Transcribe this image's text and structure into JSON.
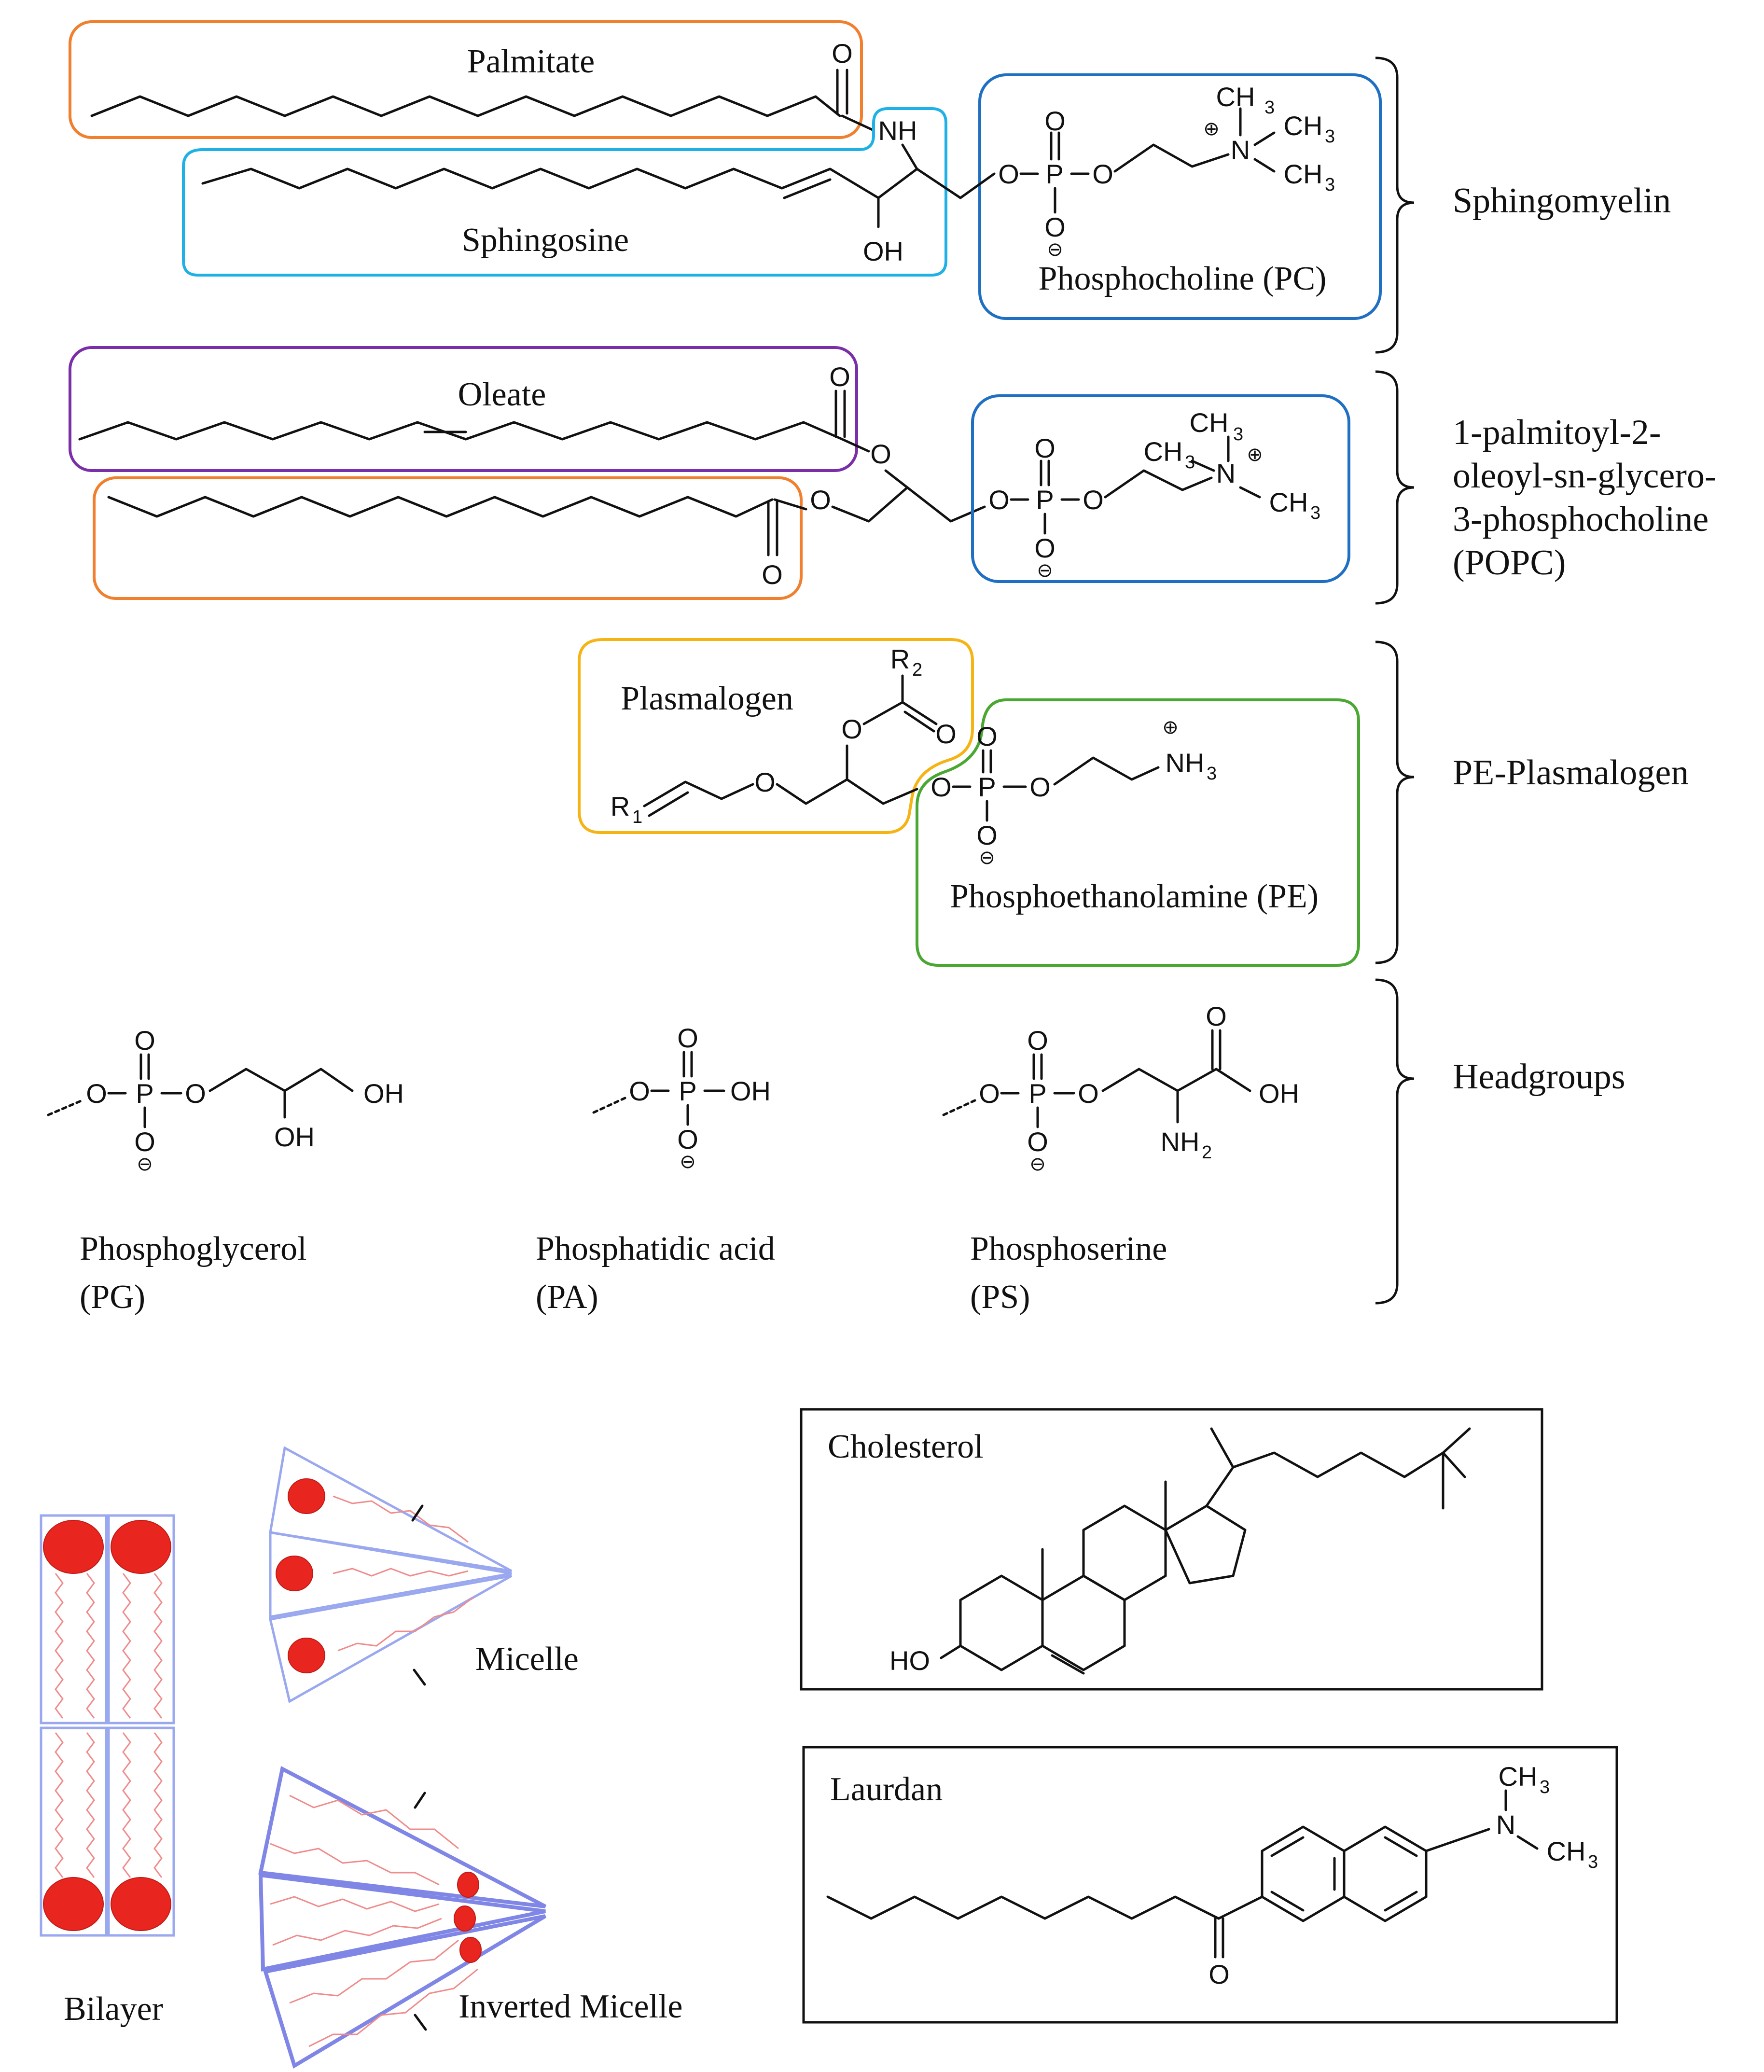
{
  "labels": {
    "palmitate": "Palmitate",
    "sphingosine": "Sphingosine",
    "phosphocholine": "Phosphocholine  (PC)",
    "oleate": "Oleate",
    "plasmalogen": "Plasmalogen",
    "phosphoethanolamine": "Phosphoethanolamine (PE)",
    "pg_name": "Phosphoglycerol",
    "pg_abbr": "(PG)",
    "pa_name": "Phosphatidic acid",
    "pa_abbr": "(PA)",
    "ps_name": "Phosphoserine",
    "ps_abbr": "(PS)",
    "micelle": "Micelle",
    "inverted_micelle": "Inverted Micelle",
    "bilayer": "Bilayer",
    "cholesterol": "Cholesterol",
    "laurdan": "Laurdan"
  },
  "groups": {
    "sphingomyelin": "Sphingomyelin",
    "popc_line1": "1-palmitoyl-2-",
    "popc_line2": "oleoyl-sn-glycero-",
    "popc_line3": "3-phosphocholine",
    "popc_line4": "(POPC)",
    "pe_plasmalogen": "PE-Plasmalogen",
    "headgroups": "Headgroups"
  },
  "atoms": {
    "O": "O",
    "P": "P",
    "N": "N",
    "NH": "NH",
    "OH": "OH",
    "CH": "CH",
    "NH_base": "NH",
    "R": "R",
    "HO": "HO",
    "sub2": "2",
    "sub3": "3",
    "sub1": "1",
    "plus": "⊕",
    "minus": "⊖"
  },
  "colors": {
    "orange": "#f07f2e",
    "cyan": "#1fb1e6",
    "blue": "#1f6fc2",
    "purple": "#7a2fa8",
    "yellow": "#f5b414",
    "green": "#4aa832",
    "cone": "#9aa8f0",
    "head": "#e8261f",
    "tail": "#f08b8b"
  }
}
